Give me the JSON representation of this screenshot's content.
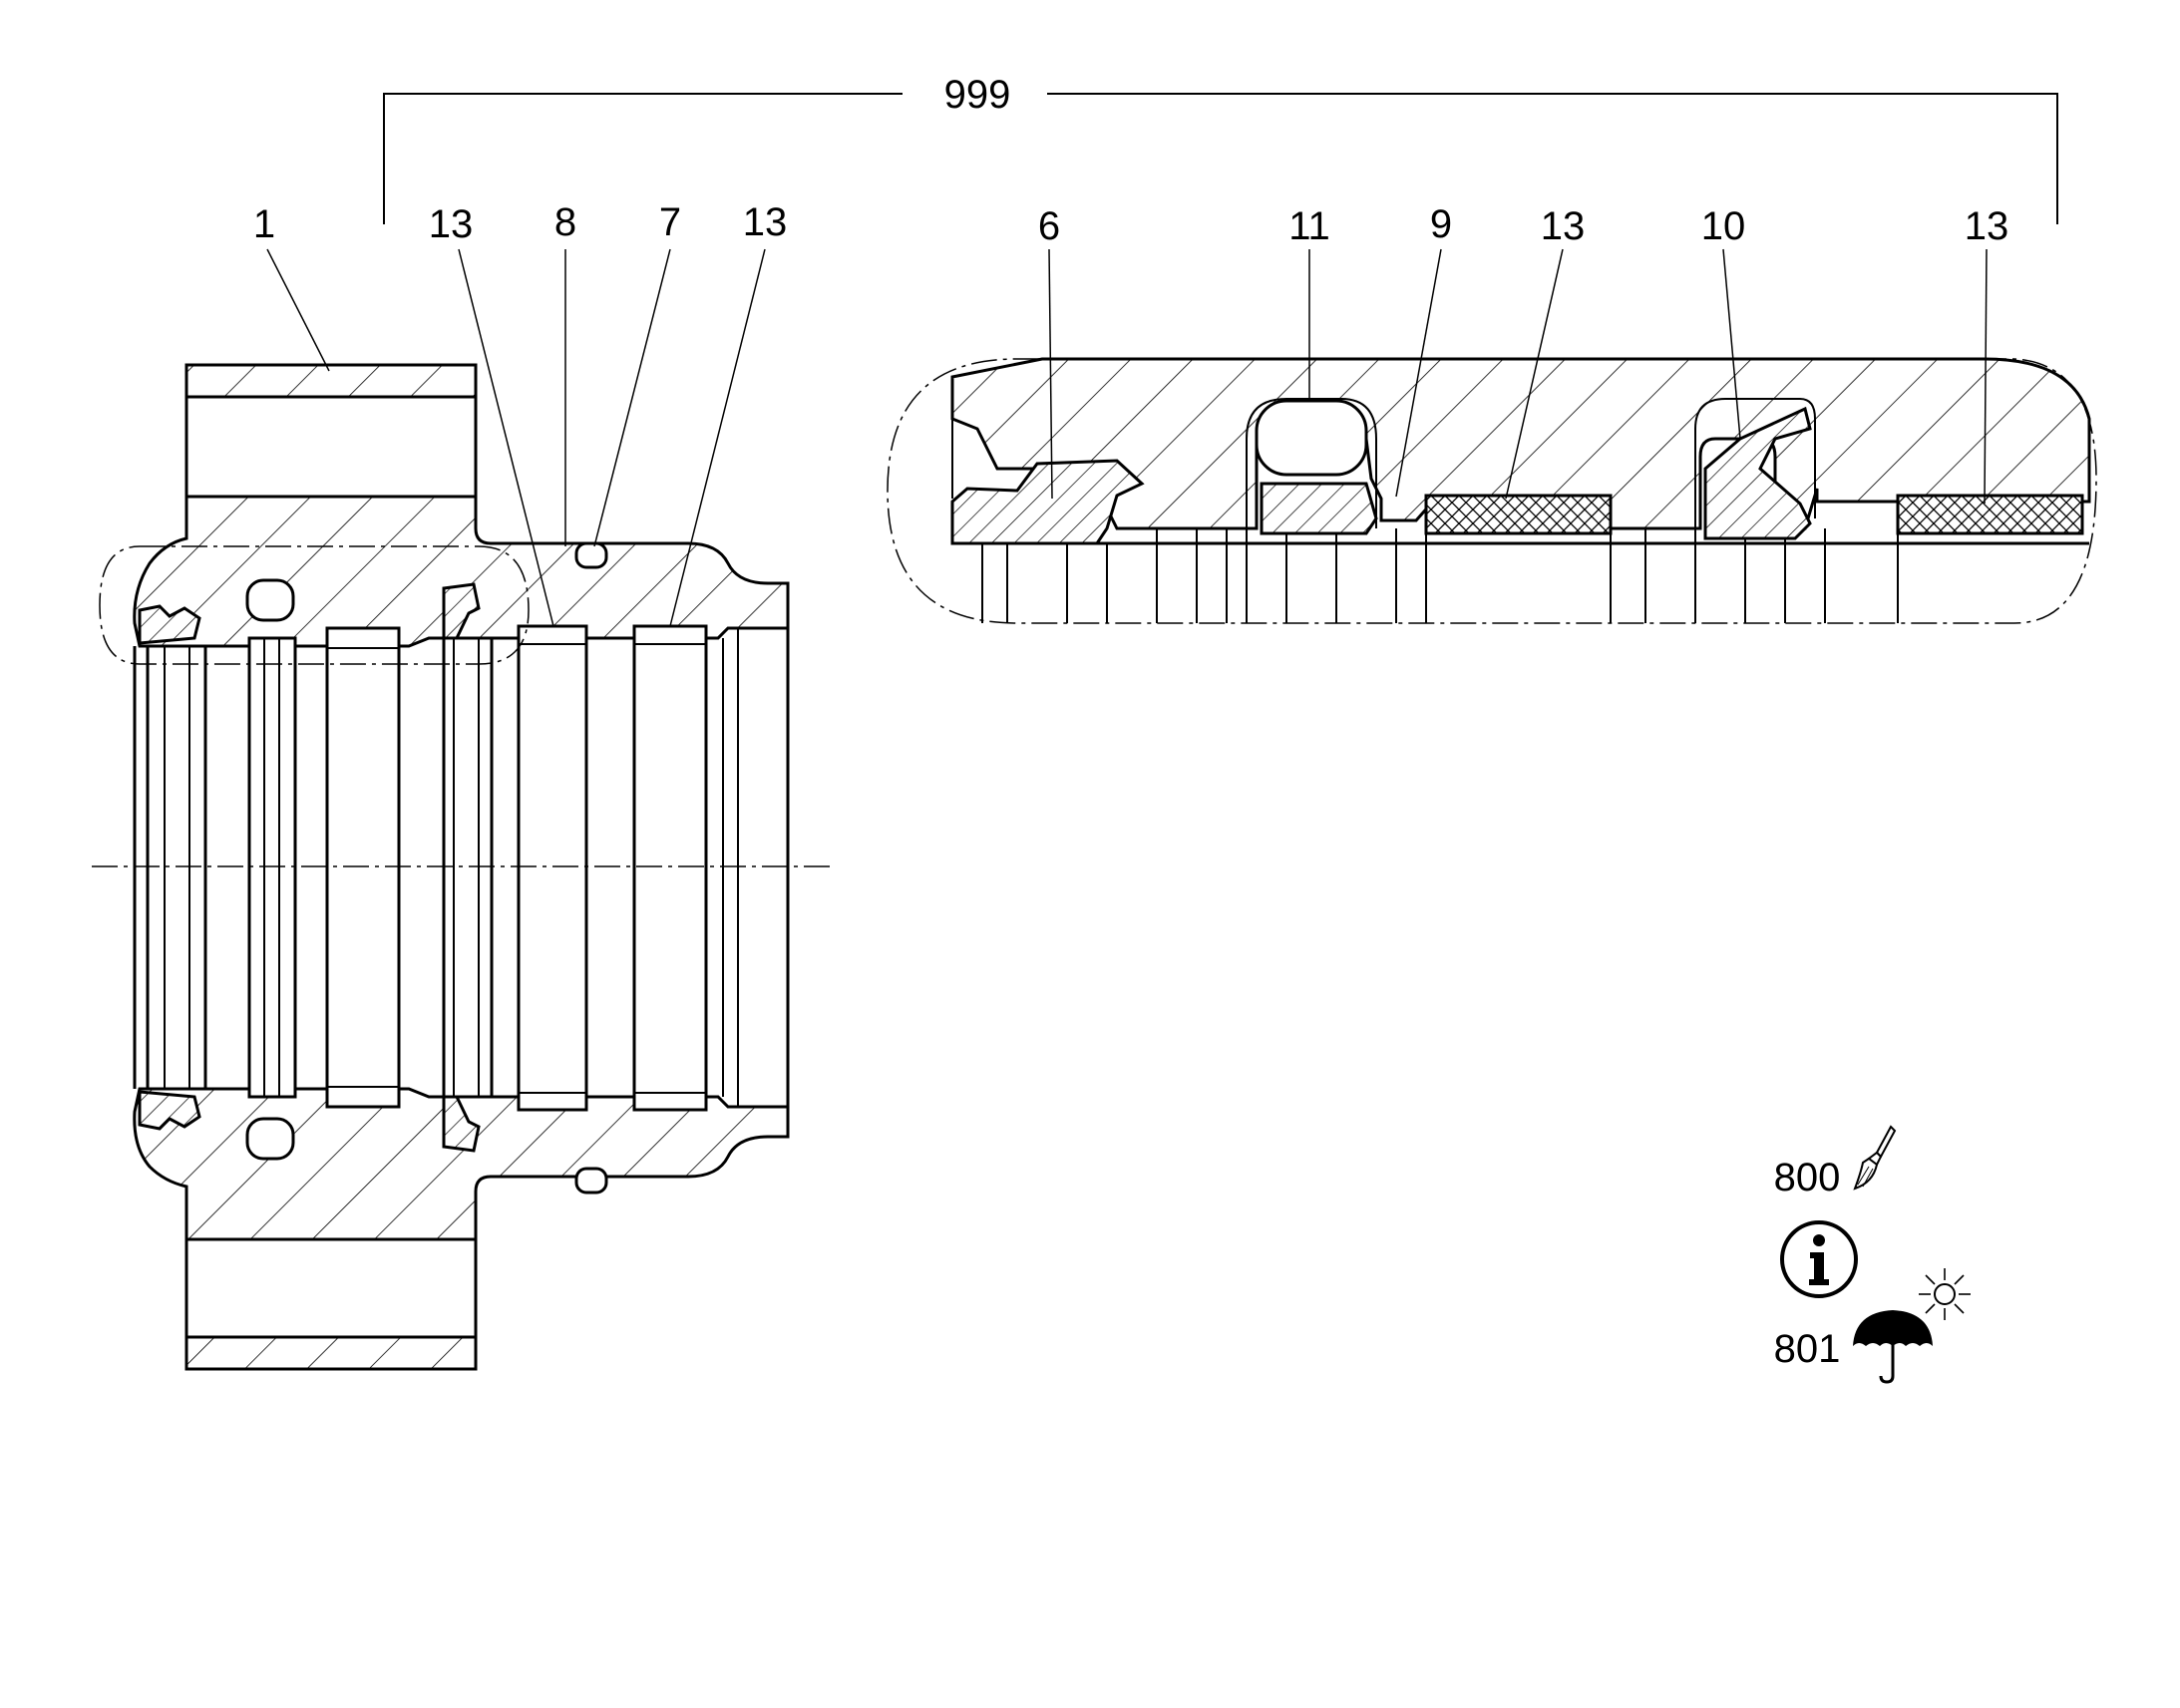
{
  "labels": {
    "assembly": "999",
    "part_1": "1",
    "part_13_a": "13",
    "part_8": "8",
    "part_7": "7",
    "part_13_b": "13",
    "part_6": "6",
    "part_11": "11",
    "part_9": "9",
    "part_13_c": "13",
    "part_10": "10",
    "part_13_d": "13",
    "note_800": "800",
    "note_801": "801"
  },
  "icons": {
    "brush": "paint-brush-icon",
    "info": "info-icon",
    "umbrella": "umbrella-icon",
    "sun": "sun-icon"
  },
  "colors": {
    "line": "#000000",
    "background": "#ffffff"
  }
}
